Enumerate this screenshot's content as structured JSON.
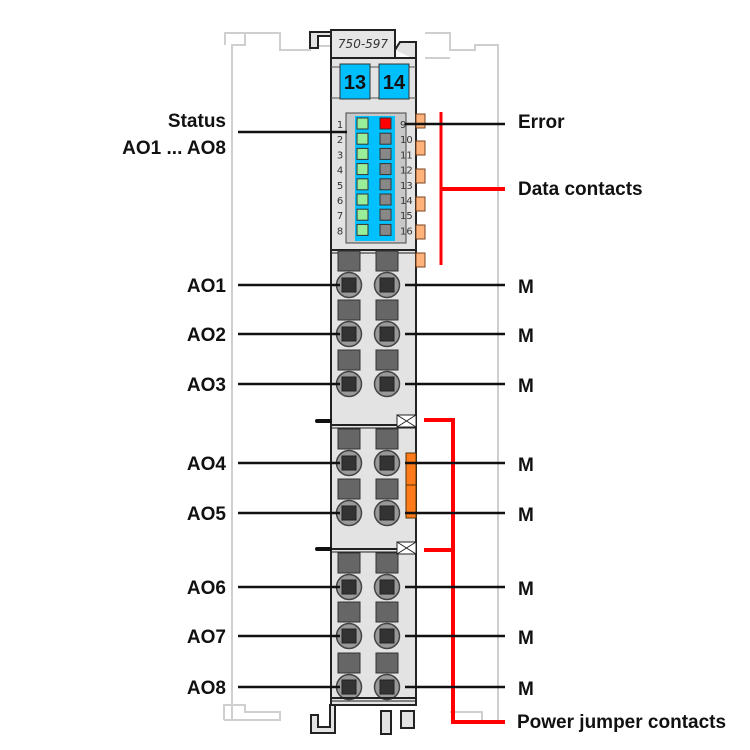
{
  "module": {
    "part_number": "750-597",
    "marker_left": "13",
    "marker_right": "14"
  },
  "led_panel": {
    "left_numbers": [
      "1",
      "2",
      "3",
      "4",
      "5",
      "6",
      "7",
      "8"
    ],
    "right_numbers": [
      "9",
      "10",
      "11",
      "12",
      "13",
      "14",
      "15",
      "16"
    ],
    "left_led_color": "#99ee99",
    "right_led_colors": [
      "#ff0000",
      "#888888",
      "#888888",
      "#888888",
      "#888888",
      "#888888",
      "#888888",
      "#888888"
    ],
    "window_color": "#00c0ff"
  },
  "labels": {
    "status_line1": "Status",
    "status_line2": "AO1 ... AO8",
    "error": "Error",
    "data_contacts": "Data contacts",
    "power_jumper_contacts": "Power jumper contacts",
    "outputs": [
      "AO1",
      "AO2",
      "AO3",
      "AO4",
      "AO5",
      "AO6",
      "AO7",
      "AO8"
    ],
    "grounds": [
      "M",
      "M",
      "M",
      "M",
      "M",
      "M",
      "M",
      "M"
    ]
  },
  "colors": {
    "marker_blue": "#00bfff",
    "accent_red": "#ff0000",
    "contact_orange": "#ffb27a",
    "jumper_orange": "#ff7a1a",
    "housing_gray": "#e3e3e3"
  }
}
